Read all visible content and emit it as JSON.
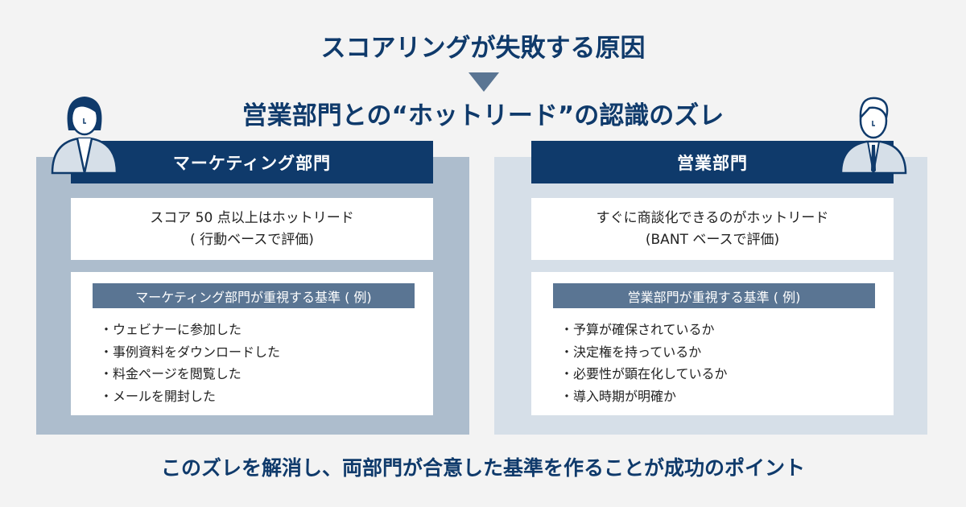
{
  "title": "スコアリングが失敗する原因",
  "subtitle": "営業部門との“ホットリード”の認識のズレ",
  "marketing": {
    "header": "マーケティング部門",
    "definition_line1": "スコア 50 点以上はホットリード",
    "definition_line2": "( 行動ベースで評価)",
    "criteria_label": "マーケティング部門が重視する基準 ( 例)",
    "criteria": [
      "ウェビナーに参加した",
      "事例資料をダウンロードした",
      "料金ページを閲覧した",
      "メールを開封した"
    ]
  },
  "sales": {
    "header": "営業部門",
    "definition_line1": "すぐに商談化できるのがホットリード",
    "definition_line2": "(BANT ベースで評価)",
    "criteria_label": "営業部門が重視する基準 ( 例)",
    "criteria": [
      "予算が確保されているか",
      "決定権を持っているか",
      "必要性が顕在化しているか",
      "導入時期が明確か"
    ]
  },
  "conclusion": "このズレを解消し、両部門が合意した基準を作ることが成功のポイント",
  "colors": {
    "navy": "#0f3a6b",
    "label": "#5a7593",
    "panel_left": "#adbdcd",
    "panel_right": "#d6dfe8"
  }
}
